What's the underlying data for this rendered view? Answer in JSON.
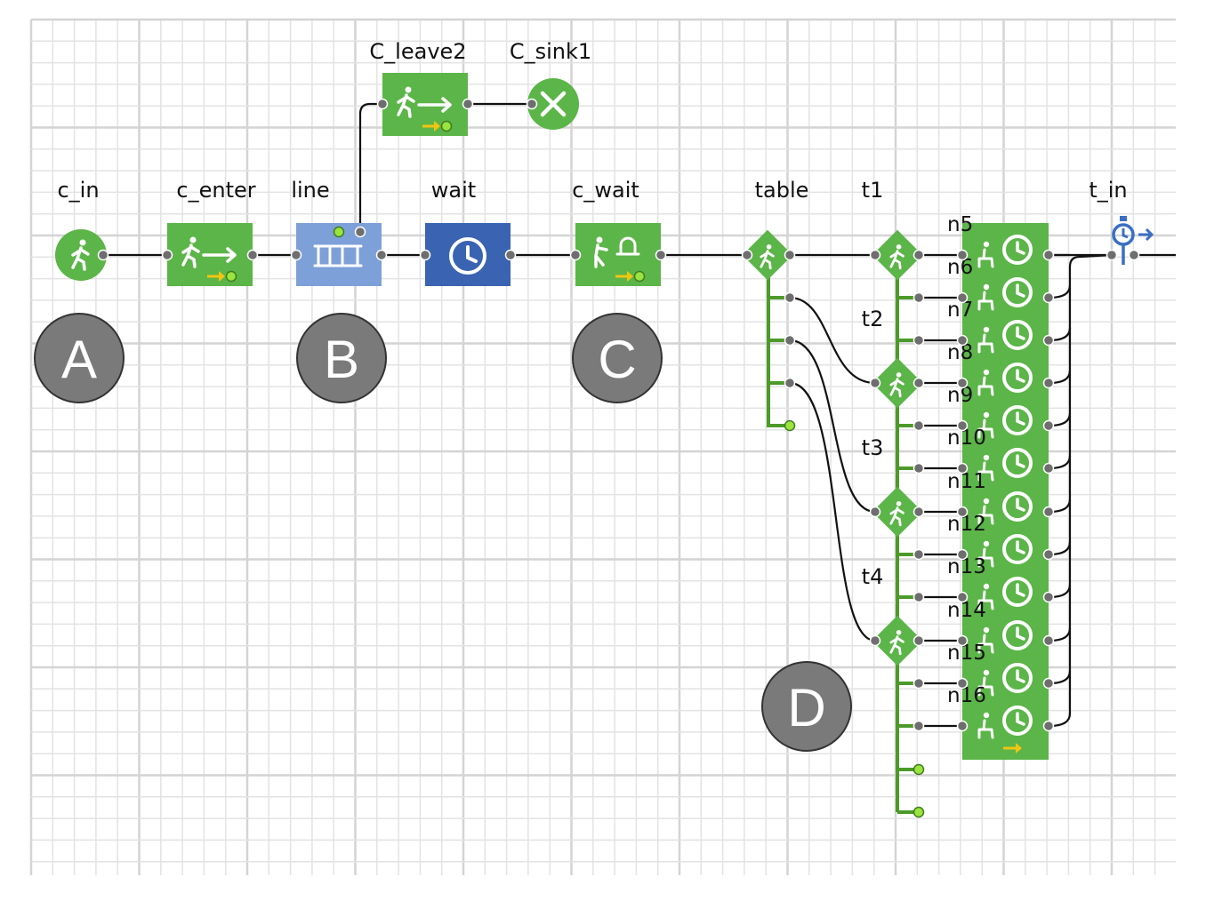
{
  "colors": {
    "block_green": "#5bb548",
    "line_blue": "#7ea0d8",
    "wait_blue": "#3a63b2",
    "badge_gray": "#7a7a7a",
    "port_gray": "#6e6e6e",
    "port_green": "#9be33f",
    "arrow_yellow": "#f2c511",
    "wire": "#111111",
    "source_blue": "#3a6fc4"
  },
  "blocks": {
    "c_in": {
      "label": "c_in",
      "icon": "pedestrian-source-icon"
    },
    "c_enter": {
      "label": "c_enter",
      "icon": "pedestrian-enter-icon"
    },
    "line": {
      "label": "line",
      "icon": "queue-icon"
    },
    "wait": {
      "label": "wait",
      "icon": "clock-icon"
    },
    "c_wait": {
      "label": "c_wait",
      "icon": "pedestrian-service-icon"
    },
    "table": {
      "label": "table",
      "icon": "pedestrian-select-output-icon"
    },
    "C_leave2": {
      "label": "C_leave2",
      "icon": "pedestrian-leave-icon"
    },
    "C_sink1": {
      "label": "C_sink1",
      "icon": "sink-icon"
    },
    "t_in": {
      "label": "t_in",
      "icon": "time-measure-icon"
    }
  },
  "selects": [
    "t1",
    "t2",
    "t3",
    "t4"
  ],
  "seats": [
    "n5",
    "n6",
    "n7",
    "n8",
    "n9",
    "n10",
    "n11",
    "n12",
    "n13",
    "n14",
    "n15",
    "n16"
  ],
  "badges": [
    "A",
    "B",
    "C",
    "D"
  ]
}
